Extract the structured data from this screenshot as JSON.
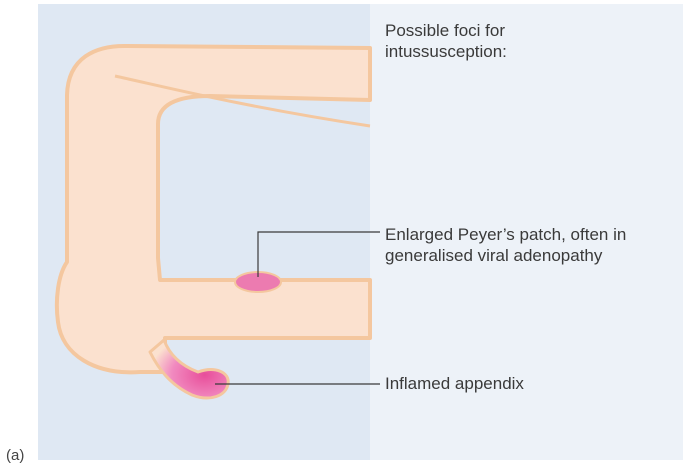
{
  "figure_label": "(a)",
  "title": "Possible foci for\nintussusception:",
  "labels": {
    "peyers_patch": "Enlarged Peyer’s patch, often in\ngeneralised viral adenopathy",
    "appendix": "Inflamed appendix"
  },
  "colors": {
    "background": "#edf2f8",
    "bowel_fill": "#fbe1cf",
    "bowel_outline": "#f4c79f",
    "patch": "#ec7bb0",
    "leader_line": "#3a3a3a"
  }
}
